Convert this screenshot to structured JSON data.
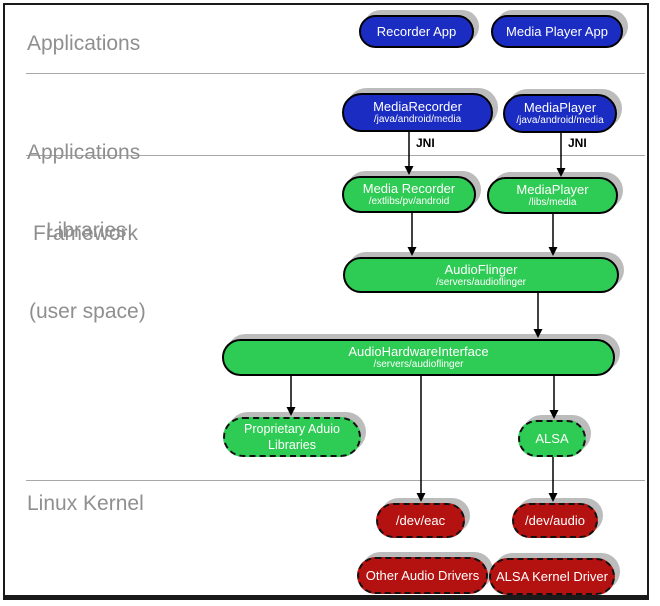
{
  "sections": {
    "applications": {
      "label": "Applications"
    },
    "framework": {
      "line1": "Applications",
      "line2": "Framework"
    },
    "libraries": {
      "line1": "Libraries",
      "line2": "(user space)"
    },
    "kernel": {
      "label": "Linux Kernel"
    }
  },
  "connectors": {
    "jni_left": "JNI",
    "jni_right": "JNI"
  },
  "nodes": {
    "recorder_app": {
      "title": "Recorder App"
    },
    "media_player_app": {
      "title": "Media Player App"
    },
    "media_recorder_framework": {
      "title": "MediaRecorder",
      "subtitle": "/java/android/media"
    },
    "media_player_framework": {
      "title": "MediaPlayer",
      "subtitle": "/java/android/media"
    },
    "media_recorder_lib": {
      "title": "Media Recorder",
      "subtitle": "/extlibs/pv/android"
    },
    "media_player_lib": {
      "title": "MediaPlayer",
      "subtitle": "/libs/media"
    },
    "audio_flinger": {
      "title": "AudioFlinger",
      "subtitle": "/servers/audioflinger"
    },
    "audio_hardware_interface": {
      "title": "AudioHardwareInterface",
      "subtitle": "/servers/audioflinger"
    },
    "proprietary_audio_libraries": {
      "title": "Proprietary Aduio Libraries"
    },
    "alsa": {
      "title": "ALSA"
    },
    "dev_eac": {
      "title": "/dev/eac"
    },
    "dev_audio": {
      "title": "/dev/audio"
    },
    "other_audio_drivers": {
      "title": "Other Audio Drivers"
    },
    "alsa_kernel_driver": {
      "title": "ALSA Kernel Driver"
    }
  },
  "colors": {
    "node_blue": "#1b2cc2",
    "node_green": "#2ecc55",
    "node_red": "#b41111",
    "shadow_gray": "#bcbcbc",
    "section_label_gray": "#8f8f8f",
    "divider_gray": "#a8a8a8",
    "arrow_black": "#000000"
  }
}
